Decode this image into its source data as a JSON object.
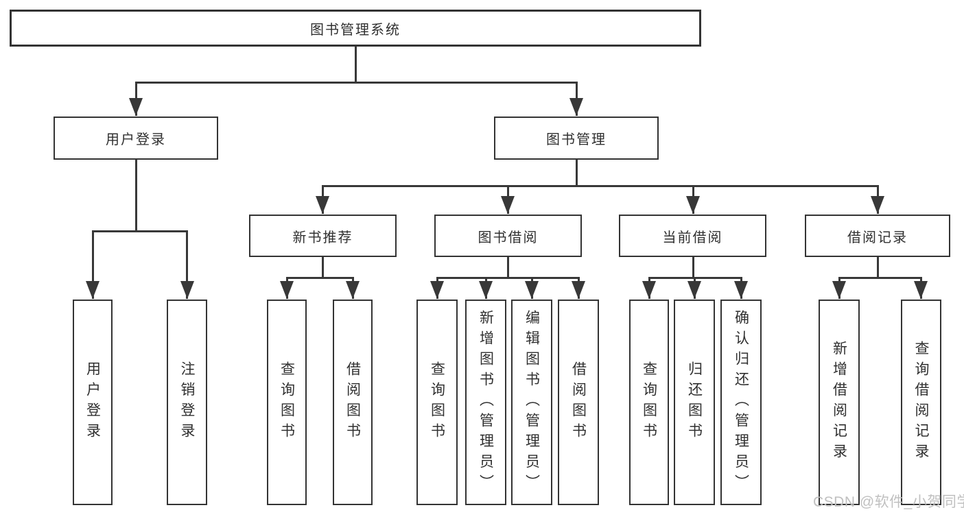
{
  "diagram": {
    "root": "图书管理系统",
    "login_branch": {
      "label": "用户登录",
      "children": [
        "用户登录",
        "注销登录"
      ]
    },
    "management_branch": {
      "label": "图书管理",
      "groups": [
        {
          "label": "新书推荐",
          "children": [
            "查询图书",
            "借阅图书"
          ]
        },
        {
          "label": "图书借阅",
          "children": [
            "查询图书",
            "新增图书（管理员）",
            "编辑图书（管理员）",
            "借阅图书"
          ]
        },
        {
          "label": "当前借阅",
          "children": [
            "查询图书",
            "归还图书",
            "确认归还（管理员）"
          ]
        },
        {
          "label": "借阅记录",
          "children": [
            "新增借阅记录",
            "查询借阅记录"
          ]
        }
      ]
    }
  },
  "watermark": {
    "text": "CSDN @软件_小贺同学"
  },
  "colors": {
    "line": "#383838",
    "box_border": "#333333",
    "text": "#303030",
    "watermark": "#c0c0c0",
    "background": "#ffffff"
  }
}
